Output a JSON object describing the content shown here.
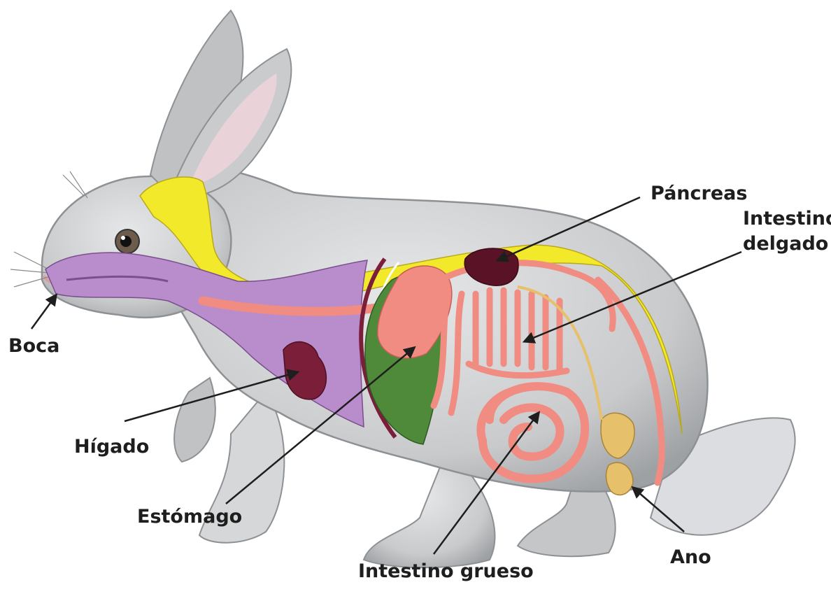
{
  "labels": {
    "pancreas": "Páncreas",
    "intestino_delgado_1": "Intestino",
    "intestino_delgado_2": "delgado",
    "boca": "Boca",
    "higado": "Hígado",
    "estomago": "Estómago",
    "intestino_grueso": "Intestino grueso",
    "ano": "Ano"
  },
  "colors": {
    "fur": "#cfd0d2",
    "fur_dark": "#8e9194",
    "brain_nerve": "#f2e92b",
    "mouth_esophagus_region": "#b98ccc",
    "liver": "#7a1e3a",
    "stomach_intestines": "#f08c82",
    "green_organ": "#4f8a3a",
    "pancreas": "#5a1226",
    "bladder": "#e6c06a",
    "arrow": "#1e1e1e"
  }
}
